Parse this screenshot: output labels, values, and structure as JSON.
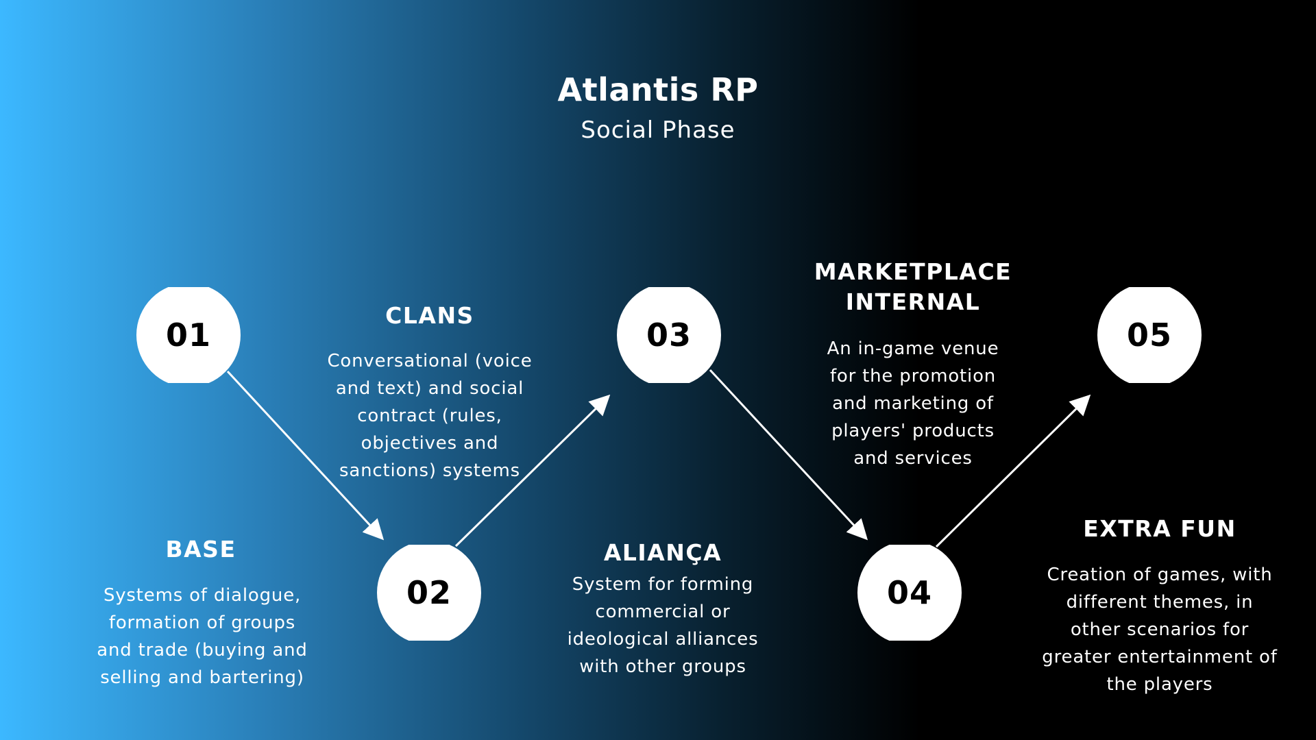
{
  "header": {
    "title": "Atlantis RP",
    "subtitle": "Social Phase"
  },
  "steps": [
    {
      "number": "01",
      "heading": "BASE",
      "description": "Systems of dialogue,\nformation of groups\nand trade (buying and\nselling and bartering)"
    },
    {
      "number": "02",
      "heading": "CLANS",
      "description": "Conversational (voice\nand text) and social\ncontract (rules,\nobjectives and\nsanctions) systems"
    },
    {
      "number": "03",
      "heading": "ALIANÇA",
      "description": "System for forming\ncommercial or\nideological alliances\nwith other groups"
    },
    {
      "number": "04",
      "heading": "MARKETPLACE\nINTERNAL",
      "description": "An in-game venue\nfor the promotion\nand marketing of\nplayers' products\nand services"
    },
    {
      "number": "05",
      "heading": "EXTRA FUN",
      "description": "Creation of games, with\ndifferent themes, in\nother scenarios for\ngreater entertainment of\nthe players"
    }
  ],
  "colors": {
    "gradient_start": "#3cb8ff",
    "gradient_end": "#000000",
    "circle_fill": "#ffffff",
    "number_text": "#000000",
    "text": "#ffffff"
  }
}
